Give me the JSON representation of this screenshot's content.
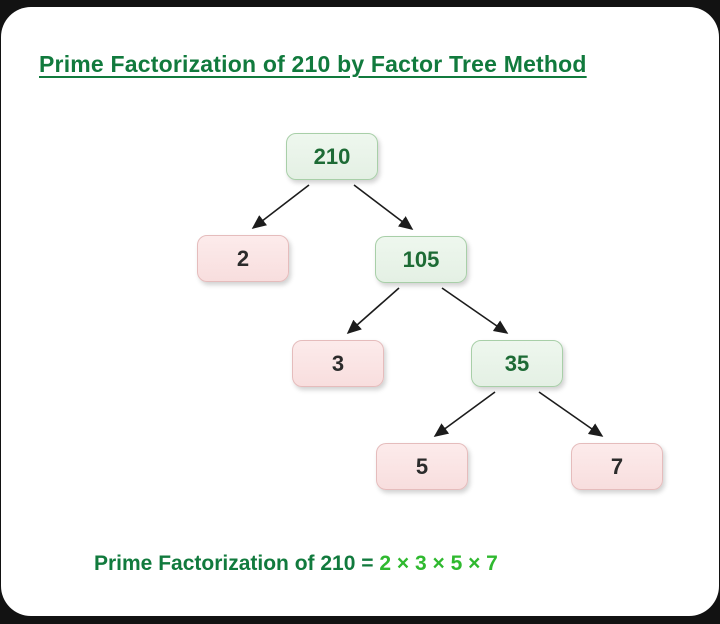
{
  "title": "Prime Factorization of 210 by Factor Tree Method",
  "tree": {
    "nodes": [
      {
        "value": "210",
        "type": "composite"
      },
      {
        "value": "2",
        "type": "prime"
      },
      {
        "value": "105",
        "type": "composite"
      },
      {
        "value": "3",
        "type": "prime"
      },
      {
        "value": "35",
        "type": "composite"
      },
      {
        "value": "5",
        "type": "prime"
      },
      {
        "value": "7",
        "type": "prime"
      }
    ],
    "edges": [
      [
        "210",
        "2"
      ],
      [
        "210",
        "105"
      ],
      [
        "105",
        "3"
      ],
      [
        "105",
        "35"
      ],
      [
        "35",
        "5"
      ],
      [
        "35",
        "7"
      ]
    ]
  },
  "result": {
    "label": "Prime Factorization of 210 = ",
    "value": "2 × 3 × 5 × 7"
  },
  "colors": {
    "composite_fill": "#e9f4e9",
    "composite_border": "#a8cfa8",
    "composite_text": "#1d6b35",
    "prime_fill": "#fbe4e4",
    "prime_border": "#e5bcbc",
    "prime_text": "#2b2b2b",
    "title": "#117a3d",
    "result_value": "#2fb92f",
    "arrow": "#1c1c1c"
  }
}
